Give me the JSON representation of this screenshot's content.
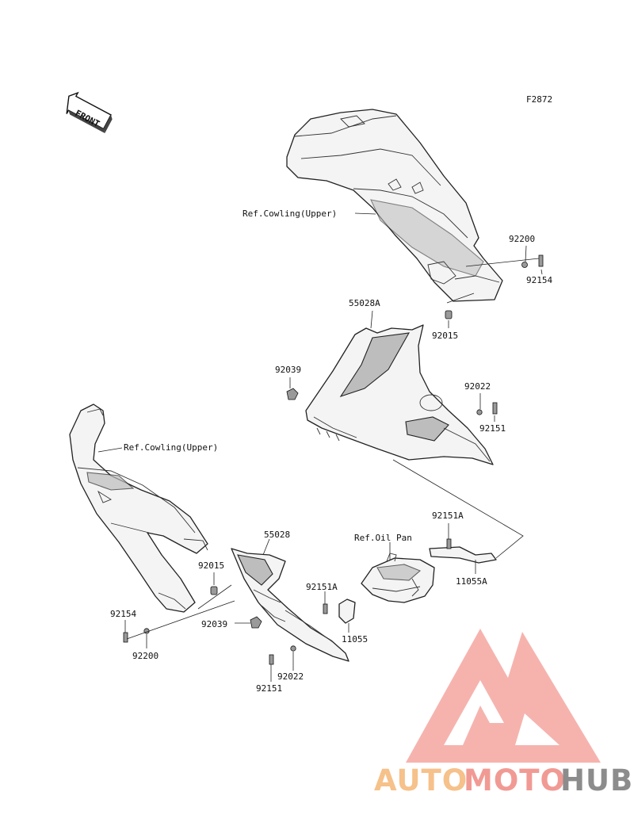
{
  "figure_code": "F2872",
  "front_label": "FRONT",
  "references": {
    "cowling_upper_top": "Ref.Cowling(Upper)",
    "cowling_upper_left": "Ref.Cowling(Upper)",
    "oil_pan": "Ref.Oil Pan"
  },
  "parts": {
    "p92200_top": "92200",
    "p92154_top": "92154",
    "p55028A": "55028A",
    "p92015_top": "92015",
    "p92039_top": "92039",
    "p92022_top": "92022",
    "p92151_top": "92151",
    "p92151A_top": "92151A",
    "p11055A": "11055A",
    "p55028": "55028",
    "p92015_left": "92015",
    "p92151A_mid": "92151A",
    "p92039_bottom": "92039",
    "p11055": "11055",
    "p92154_left": "92154",
    "p92200_left": "92200",
    "p92022_bottom": "92022",
    "p92151_bottom": "92151"
  },
  "watermark": {
    "auto": "AUTO",
    "moto": "MOTO",
    "hub": "HUB",
    "colors": {
      "auto": "#f6c18a",
      "moto": "#f19a94",
      "hub": "#8c8c8c",
      "triangle": "#f4a6a0"
    }
  }
}
